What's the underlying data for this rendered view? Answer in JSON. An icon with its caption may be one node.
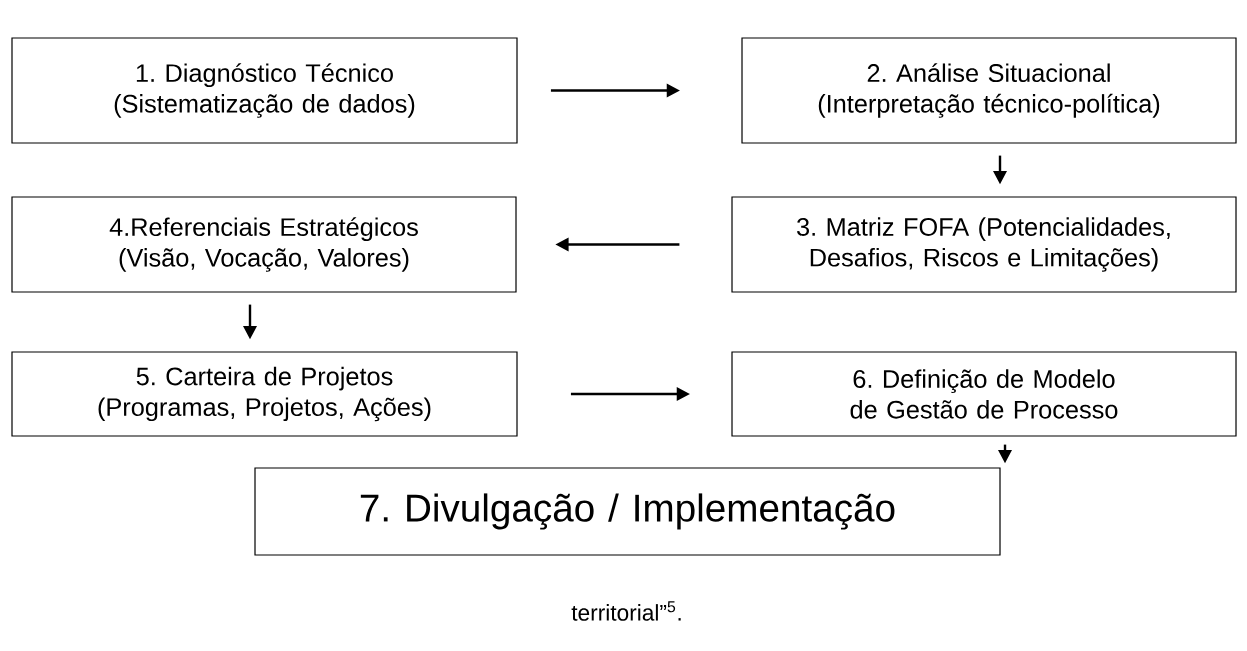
{
  "diagram": {
    "nodes": [
      {
        "text": [
          "1. Diagnóstico Técnico",
          "(Sistematização de dados)"
        ]
      },
      {
        "text": [
          "2. Análise Situacional",
          "(Interpretação técnico-política)"
        ]
      },
      {
        "text": [
          "3. Matriz FOFA (Potencialidades, Desafios, Riscos e Limitações)"
        ]
      },
      {
        "text": [
          "4.Referenciais Estratégicos",
          "(Visão, Vocação, Valores)"
        ]
      },
      {
        "text": [
          "5. Carteira de Projetos",
          "(Programas, Projetos, Ações)"
        ]
      },
      {
        "text": [
          "6. Definição de Modelo de Gestão de Processo"
        ]
      },
      {
        "text": [
          "7. Divulgação / Implementação"
        ]
      }
    ],
    "edges": [
      {
        "from": 0,
        "to": 1,
        "arrow": "to"
      },
      {
        "from": 1,
        "to": 2,
        "arrow": "to"
      },
      {
        "from": 2,
        "to": 3,
        "arrow": "to"
      },
      {
        "from": 3,
        "to": 4,
        "arrow": "to"
      },
      {
        "from": 4,
        "to": 5,
        "arrow": "to"
      },
      {
        "from": 5,
        "to": 6,
        "arrow": "to"
      }
    ],
    "labels": [
      "territorial”$^{5}$."
    ]
  }
}
